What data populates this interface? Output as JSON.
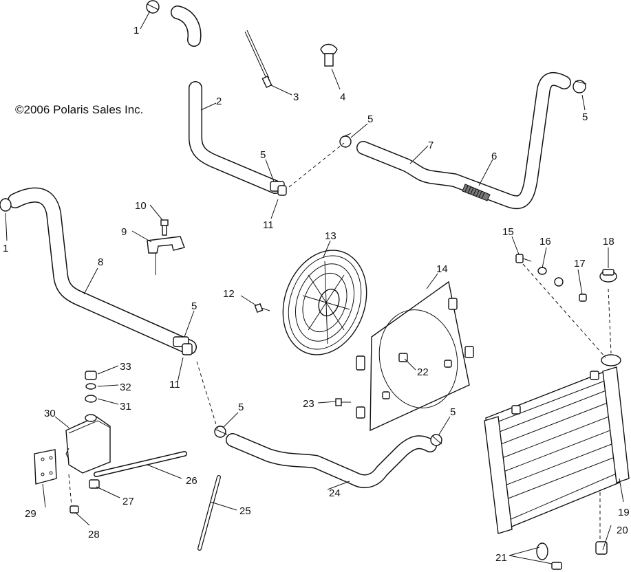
{
  "copyright": "©2006 Polaris Sales Inc.",
  "callouts": {
    "c1a": "1",
    "c1b": "1",
    "c2": "2",
    "c3": "3",
    "c4": "4",
    "c5a": "5",
    "c5b": "5",
    "c5c": "5",
    "c5d": "5",
    "c5e": "5",
    "c5f": "5",
    "c6": "6",
    "c7": "7",
    "c8": "8",
    "c9": "9",
    "c10": "10",
    "c11a": "11",
    "c11b": "11",
    "c12": "12",
    "c13": "13",
    "c14": "14",
    "c15": "15",
    "c16": "16",
    "c17": "17",
    "c18": "18",
    "c19": "19",
    "c20": "20",
    "c21": "21",
    "c22": "22",
    "c23": "23",
    "c24": "24",
    "c25": "25",
    "c26": "26",
    "c27": "27",
    "c28": "28",
    "c29": "29",
    "c30": "30",
    "c31": "31",
    "c32": "32",
    "c33": "33"
  }
}
